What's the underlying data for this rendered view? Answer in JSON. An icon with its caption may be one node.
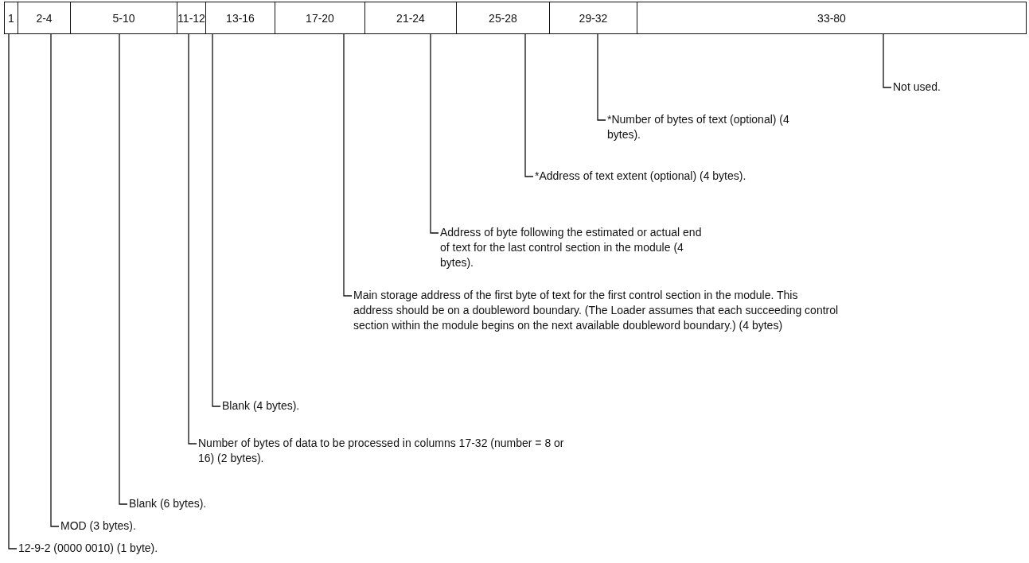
{
  "diagram": {
    "nodes": [
      {
        "text": [
          "1"
        ]
      },
      {
        "text": [
          "2-4"
        ]
      },
      {
        "text": [
          "5-10"
        ]
      },
      {
        "text": [
          "11-12"
        ]
      },
      {
        "text": [
          "13-16"
        ]
      },
      {
        "text": [
          "17-20"
        ]
      },
      {
        "text": [
          "21-24"
        ]
      },
      {
        "text": [
          "25-28"
        ]
      },
      {
        "text": [
          "29-32"
        ]
      },
      {
        "text": [
          "33-80"
        ]
      },
      {
        "text": [
          "Not used."
        ]
      },
      {
        "text": [
          "*Number of bytes of text (optional) (4 bytes)."
        ]
      },
      {
        "text": [
          "*Address of text extent (optional) (4 bytes)."
        ]
      },
      {
        "text": [
          "Address of byte following the estimated or actual end of text for the last control section in the module (4 bytes)."
        ]
      },
      {
        "text": [
          "Main storage address of the first byte of text for the first control section in the module. This address should be on a doubleword boundary. (The Loader assumes that each succeeding control section within the module begins on the next available doubleword boundary.) (4 bytes)"
        ]
      },
      {
        "text": [
          "Blank (4 bytes)."
        ]
      },
      {
        "text": [
          "Number of bytes of data to be processed in columns 17-32 (number = 8 or 16) (2 bytes)."
        ]
      },
      {
        "text": [
          "Blank (6 bytes)."
        ]
      },
      {
        "text": [
          "MOD (3 bytes)."
        ]
      },
      {
        "text": [
          "12-9-2 (0000 0010) (1 byte)."
        ]
      }
    ],
    "edges": [
      {
        "from": 10,
        "to": 9,
        "arrow": "none"
      },
      {
        "from": 11,
        "to": 8,
        "arrow": "none"
      },
      {
        "from": 12,
        "to": 7,
        "arrow": "none"
      },
      {
        "from": 13,
        "to": 6,
        "arrow": "none"
      },
      {
        "from": 14,
        "to": 5,
        "arrow": "none"
      },
      {
        "from": 15,
        "to": 4,
        "arrow": "none"
      },
      {
        "from": 16,
        "to": 3,
        "arrow": "none"
      },
      {
        "from": 17,
        "to": 2,
        "arrow": "none"
      },
      {
        "from": 18,
        "to": 1,
        "arrow": "none"
      },
      {
        "from": 19,
        "to": 0,
        "arrow": "none"
      }
    ]
  }
}
